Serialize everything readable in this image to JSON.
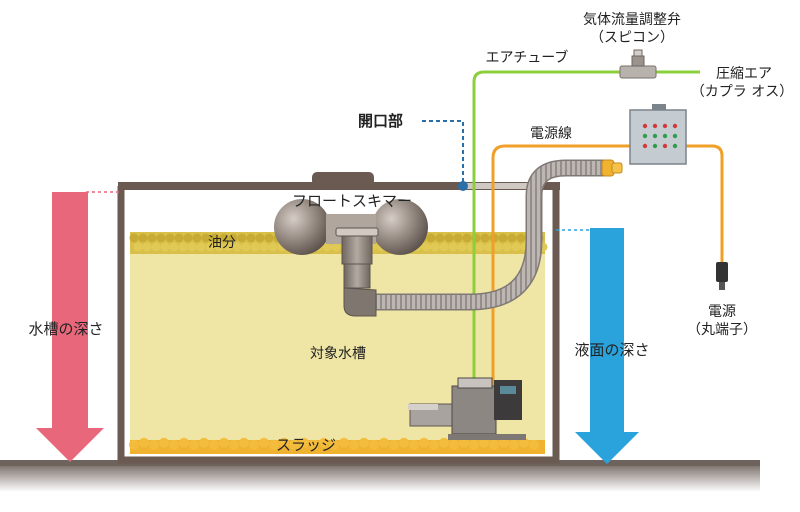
{
  "labels": {
    "gas_valve_line1": "気体流量調整弁",
    "gas_valve_line2": "（スピコン）",
    "air_tube": "エアチューブ",
    "compressed_air_line1": "圧縮エア",
    "compressed_air_line2": "（カプラ オス）",
    "opening": "開口部",
    "power_cable": "電源線",
    "float_skimmer": "フロートスキマー",
    "oil": "油分",
    "tank_depth": "水槽の深さ",
    "target_tank": "対象水槽",
    "liquid_depth": "液面の深さ",
    "power_source_line1": "電源",
    "power_source_line2": "（丸端子）",
    "sludge": "スラッジ"
  },
  "colors": {
    "tank_wall": "#6b5a52",
    "water": "#efe6a6",
    "oil_layer": "#cdb23a",
    "sludge": "#f0b330",
    "air_tube": "#8ccf3c",
    "power_cable": "#f0a028",
    "hose": "#b0aaa6",
    "tank_depth_arrow": "#e8677a",
    "liquid_depth_arrow": "#2aa2dc",
    "opening_dash": "#2b6fa8",
    "ground": "#6e625c"
  }
}
